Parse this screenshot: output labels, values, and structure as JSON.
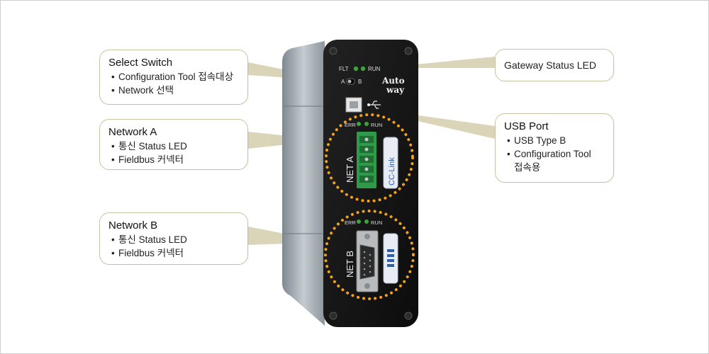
{
  "callouts": {
    "select_switch": {
      "title": "Select Switch",
      "items": [
        "Configuration Tool 접속대상",
        "Network 선택"
      ]
    },
    "network_a": {
      "title": "Network A",
      "items": [
        "통신 Status LED",
        "Fieldbus 커넥터"
      ]
    },
    "network_b": {
      "title": "Network B",
      "items": [
        "통신 Status LED",
        "Fieldbus 커넥터"
      ]
    },
    "gateway_led": {
      "title": "Gateway Status LED"
    },
    "usb_port": {
      "title": "USB Port",
      "items": [
        "USB Type B",
        "Configuration Tool",
        "접속용"
      ]
    }
  },
  "device": {
    "led_flt": "FLT",
    "led_run": "RUN",
    "switch_a": "A",
    "switch_b": "B",
    "brand_line1": "Auto",
    "brand_line2": "way",
    "neta_err": "ERR",
    "neta_run": "RUN",
    "neta_label": "NET A",
    "cclink_logo": "CC-Link",
    "netb_err": "ERR",
    "netb_run": "RUN",
    "netb_label": "NET B"
  },
  "colors": {
    "callout_border": "#c9c3a4",
    "pointer": "#d8d2b4",
    "highlight_dots": "#f2a21a",
    "panel": "#161616",
    "led_green": "#3aa53a",
    "terminal_green": "#2f9a4a"
  }
}
